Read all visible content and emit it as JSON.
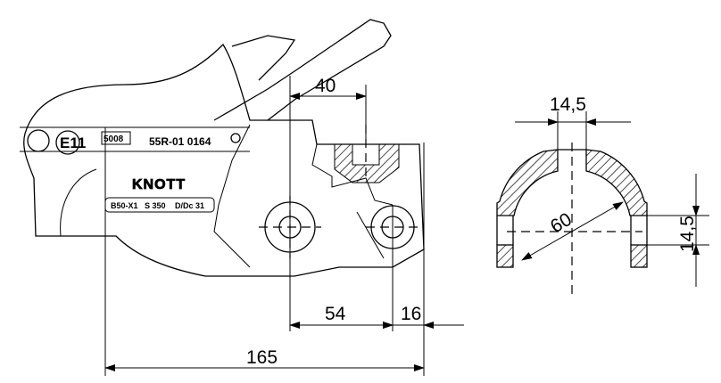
{
  "drawing": {
    "plate": {
      "type_number": "55R-01 0164",
      "brand": "KNOTT",
      "approval_mark": "E11",
      "stamp": "5008",
      "spec": [
        "B50-X1",
        "S 350",
        "D/Dc 31"
      ]
    },
    "dimensions": {
      "d_40": "40",
      "d_54": "54",
      "d_16": "16",
      "d_165": "165",
      "section_width": "14,5",
      "section_diameter": "60",
      "section_height": "14,5"
    }
  }
}
